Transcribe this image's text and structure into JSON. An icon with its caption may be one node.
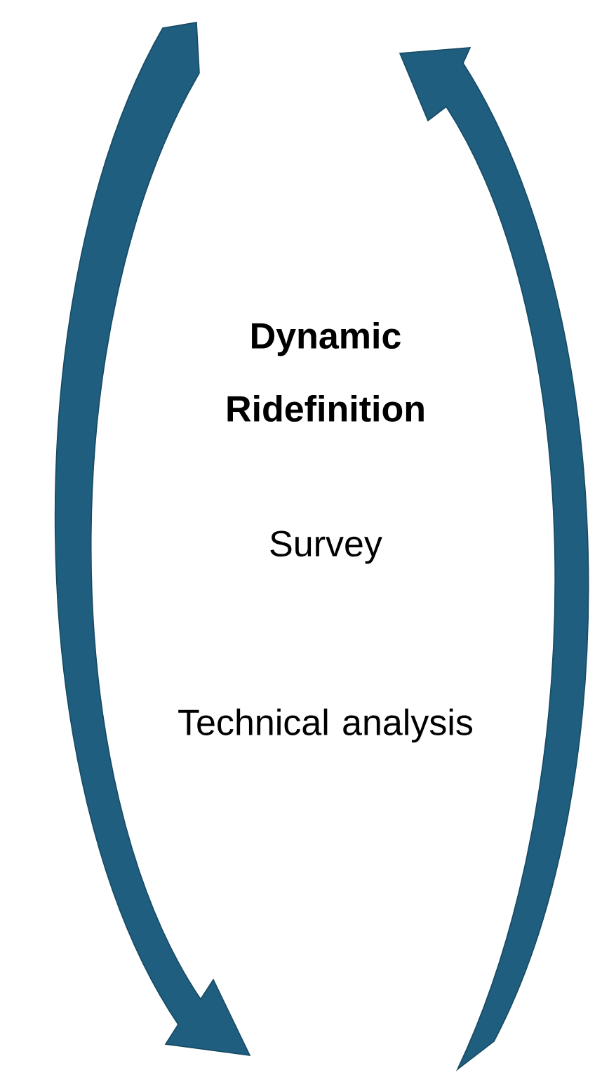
{
  "diagram": {
    "title": "Dynamic Ridefinition",
    "labels": [
      "Survey",
      "Technical analysis"
    ]
  }
}
